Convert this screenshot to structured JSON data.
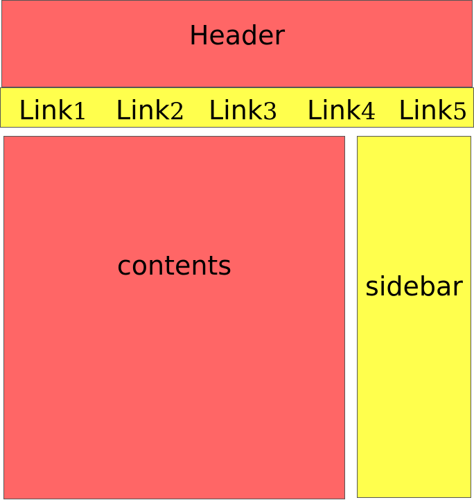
{
  "header": {
    "label": "Header"
  },
  "nav": {
    "links": [
      {
        "text": "Link",
        "num": "1"
      },
      {
        "text": "Link",
        "num": "2"
      },
      {
        "text": "Link",
        "num": "3"
      },
      {
        "text": "Link",
        "num": "4"
      },
      {
        "text": "Link",
        "num": "5"
      }
    ]
  },
  "contents": {
    "label": "contents"
  },
  "sidebar": {
    "label": "sidebar"
  },
  "colors": {
    "red_block": "#ff6666",
    "yellow_block": "#ffff4d",
    "border": "#555555"
  }
}
